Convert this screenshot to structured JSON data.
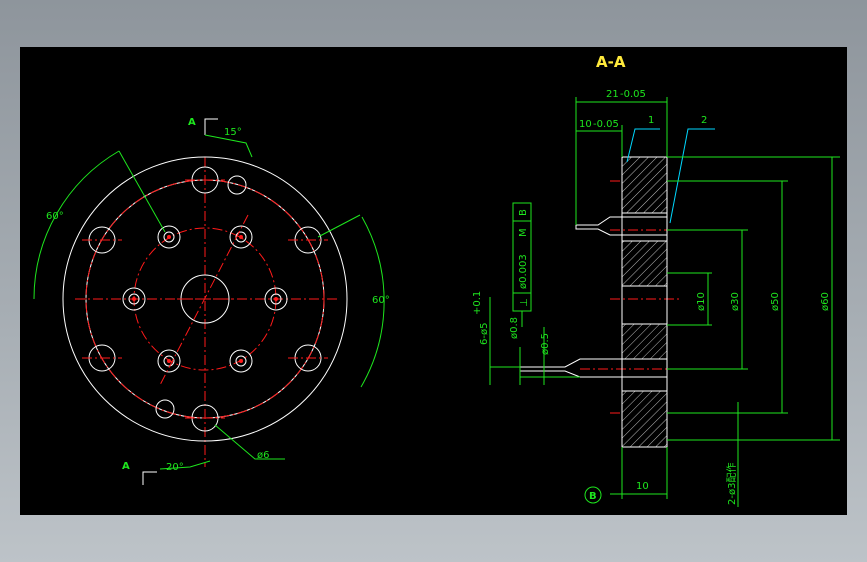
{
  "colors": {
    "outline": "#ffffff",
    "center": "#ff1a1a",
    "dim": "#1ee61e",
    "leader": "#00d8ff",
    "label": "#ffea3c",
    "bg": "#000000"
  },
  "front": {
    "section_mark_top": "A",
    "section_mark_bottom": "A",
    "angle_top": "15°",
    "angle_bottom": "20°",
    "angle_left": "60°",
    "angle_right": "60°",
    "hole_dia": "ø6"
  },
  "section": {
    "title": "A-A",
    "dim_21": "21",
    "dim_21_tol": "-0.05",
    "dim_10_top": "10",
    "dim_10_top_tol": "-0.05",
    "balloon_1": "1",
    "balloon_2": "2",
    "tolerance_frame": {
      "symbol": "⊥",
      "value": "ø0.003",
      "modifier": "M",
      "datum": "B"
    },
    "dim_08": "ø0.8",
    "dim_05": "ø0.5",
    "holes_note": "6-ø5",
    "holes_note_tol": "+0.1",
    "dia_10": "ø10",
    "dia_30": "ø30",
    "dia_50": "ø50",
    "dia_60": "ø60",
    "pin_note": "2-ø3配作",
    "dim_10_bottom": "10",
    "datum_label": "B"
  }
}
